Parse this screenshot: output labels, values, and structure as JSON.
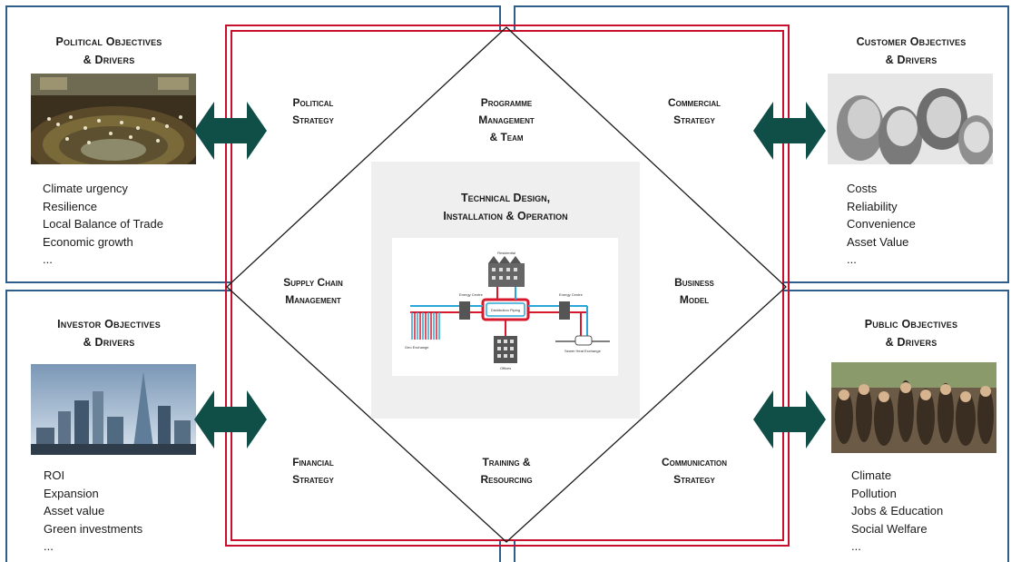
{
  "quadrants": {
    "political": {
      "title1": "Political Objectives",
      "title2": "& Drivers",
      "photo_icon": "parliament-chamber-photo",
      "items": [
        "Climate urgency",
        "Resilience",
        "Local Balance of Trade",
        "Economic growth",
        "..."
      ]
    },
    "customer": {
      "title1": "Customer Objectives",
      "title2": "& Drivers",
      "photo_icon": "family-photo",
      "items": [
        "Costs",
        "Reliability",
        "Convenience",
        "Asset Value",
        "..."
      ]
    },
    "investor": {
      "title1": "Investor Objectives",
      "title2": "& Drivers",
      "photo_icon": "city-skyline-photo",
      "items": [
        "ROI",
        "Expansion",
        "Asset value",
        "Green investments",
        "..."
      ]
    },
    "public": {
      "title1": "Public Objectives",
      "title2": "& Drivers",
      "photo_icon": "crowd-photo",
      "items": [
        "Climate",
        "Pollution",
        "Jobs & Education",
        "Social Welfare",
        "..."
      ]
    }
  },
  "labels": {
    "political_strategy": [
      "Political",
      "Strategy"
    ],
    "programme": [
      "Programme",
      "Management",
      "& Team"
    ],
    "commercial_strategy": [
      "Commercial",
      "Strategy"
    ],
    "supply_chain": [
      "Supply Chain",
      "Management"
    ],
    "business_model": [
      "Business",
      "Model"
    ],
    "financial_strategy": [
      "Financial",
      "Strategy"
    ],
    "training": [
      "Training &",
      "Resourcing"
    ],
    "communication_strategy": [
      "Communication",
      "Strategy"
    ]
  },
  "center": {
    "title1": "Technical Design,",
    "title2": "Installation & Operation"
  },
  "schematic": {
    "residential": "Residential",
    "energy_centre_left": "Energy Centre",
    "energy_centre_right": "Energy Centre",
    "distribution": "Distribution Piping",
    "geo_exchange": "Geo Exchange",
    "offices": "Offices",
    "sewer": "Sewer Heat Exchange"
  },
  "colors": {
    "frame_red": "#c8102e",
    "quadrant_border_blue": "#2e5e8c",
    "arrow_green": "#0f4f48",
    "center_grey": "#efefef",
    "pipe_blue": "#2aa7d8",
    "pipe_red": "#d7192d"
  }
}
